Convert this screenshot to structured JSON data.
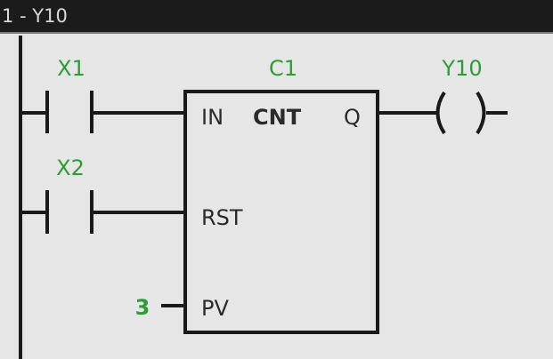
{
  "header": {
    "title": "1 - Y10"
  },
  "colors": {
    "tag": "#2e9b36",
    "line": "#1a1a1a",
    "background": "#e6e6e6",
    "header_bg": "#1b1b1b"
  },
  "rung": {
    "contacts": [
      {
        "tag": "X1",
        "type": "normally-open"
      },
      {
        "tag": "X2",
        "type": "normally-open"
      }
    ],
    "function_block": {
      "instance": "C1",
      "type": "CNT",
      "inputs": [
        "IN",
        "RST",
        "PV"
      ],
      "output": "Q",
      "pv_value": "3"
    },
    "coil": {
      "tag": "Y10",
      "type": "output-coil"
    }
  }
}
